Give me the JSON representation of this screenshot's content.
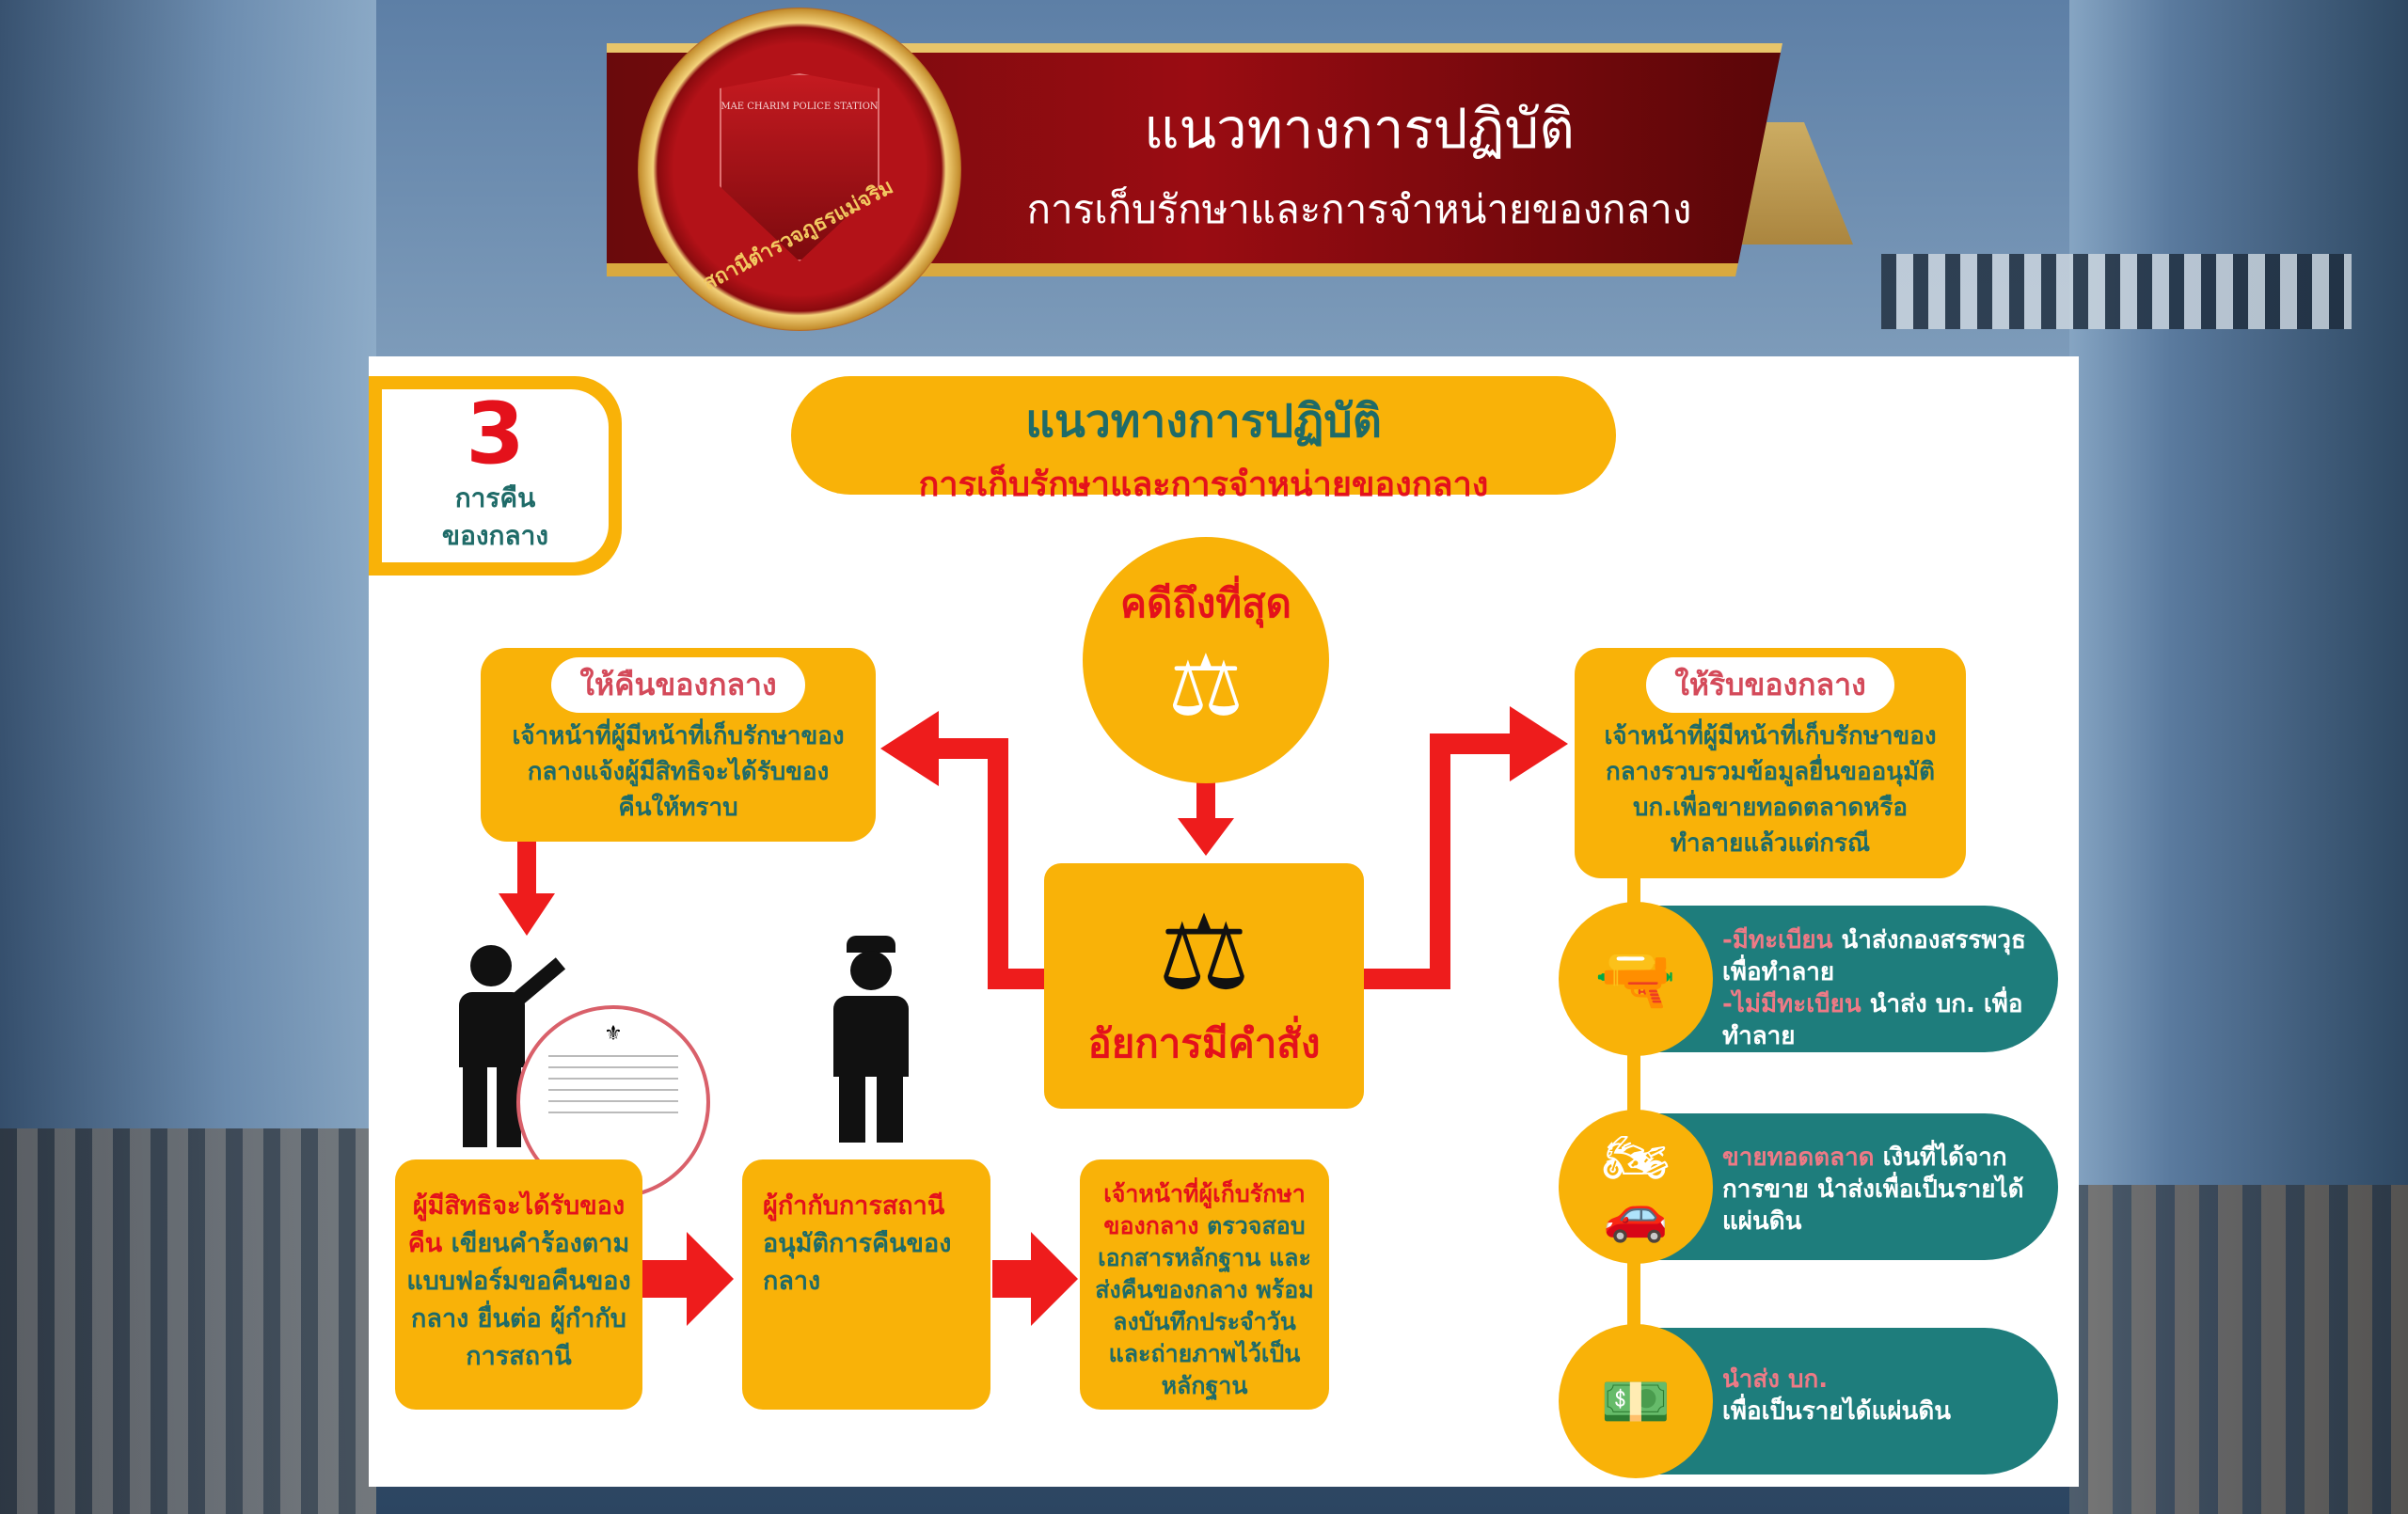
{
  "banner": {
    "title": "แนวทางการปฏิบัติ",
    "subtitle": "การเก็บรักษาและการจำหน่ายของกลาง",
    "logo_text_en": "MAE CHARIM POLICE STATION",
    "logo_text_th": "สถานีตำรวจภูธรแม่จริม"
  },
  "infographic": {
    "step": {
      "number": "3",
      "label_line1": "การคืน",
      "label_line2": "ของกลาง"
    },
    "title": {
      "line1": "แนวทางการปฏิบัติ",
      "line2": "การเก็บรักษาและการจำหน่ายของกลาง"
    },
    "final_case": "คดีถึงที่สุด",
    "prosecutor": "อัยการมีคำสั่ง",
    "return_box": {
      "heading": "ให้คืนของกลาง",
      "lines": [
        "เจ้าหน้าที่ผู้มีหน้าที่เก็บรักษาของ",
        "กลางแจ้งผู้มีสิทธิจะได้รับของ",
        "คืนให้ทราบ"
      ]
    },
    "confiscate_box": {
      "heading": "ให้ริบของกลาง",
      "lines": [
        "เจ้าหน้าที่ผู้มีหน้าที่เก็บรักษาของ",
        "กลางรวบรวมข้อมูลยื่นขออนุมัติ",
        "บก.เพื่อขายทอดตลาดหรือ",
        "ทำลายแล้วแต่กรณี"
      ]
    },
    "steps": [
      {
        "highlight": "ผู้มีสิทธิจะได้รับของคืน",
        "text": " เขียนคำร้องตามแบบฟอร์มขอคืนของกลาง ยื่นต่อ ผู้กำกับการสถานี"
      },
      {
        "highlight": "ผู้กำกับการสถานี",
        "text": " อนุมัติการคืนของกลาง"
      },
      {
        "highlight": "เจ้าหน้าที่ผู้เก็บรักษาของกลาง",
        "text": " ตรวจสอบเอกสารหลักฐาน และส่งคืนของกลาง พร้อมลงบันทึกประจำวัน และถ่ายภาพไว้เป็นหลักฐาน"
      }
    ],
    "outcomes": [
      {
        "icon": "gun-icon",
        "a_hl": "-มีทะเบียน",
        "a_text": " นำส่งกองสรรพวุธ เพื่อทำลาย",
        "b_hl": "-ไม่มีทะเบียน",
        "b_text": " นำส่ง บก. เพื่อทำลาย"
      },
      {
        "icon": "vehicle-icon",
        "a_hl": "ขายทอดตลาด",
        "a_text": " เงินที่ได้จากการขาย นำส่งเพื่อเป็นรายได้แผ่นดิน"
      },
      {
        "icon": "money-icon",
        "a_hl": "นำส่ง บก.",
        "a_text": "เพื่อเป็นรายได้แผ่นดิน"
      }
    ]
  },
  "colors": {
    "yellow": "#f9b208",
    "teal": "#1e7d7c",
    "red": "#e4111b",
    "banner_red": "#9a0c12",
    "gold": "#e8c56a"
  }
}
